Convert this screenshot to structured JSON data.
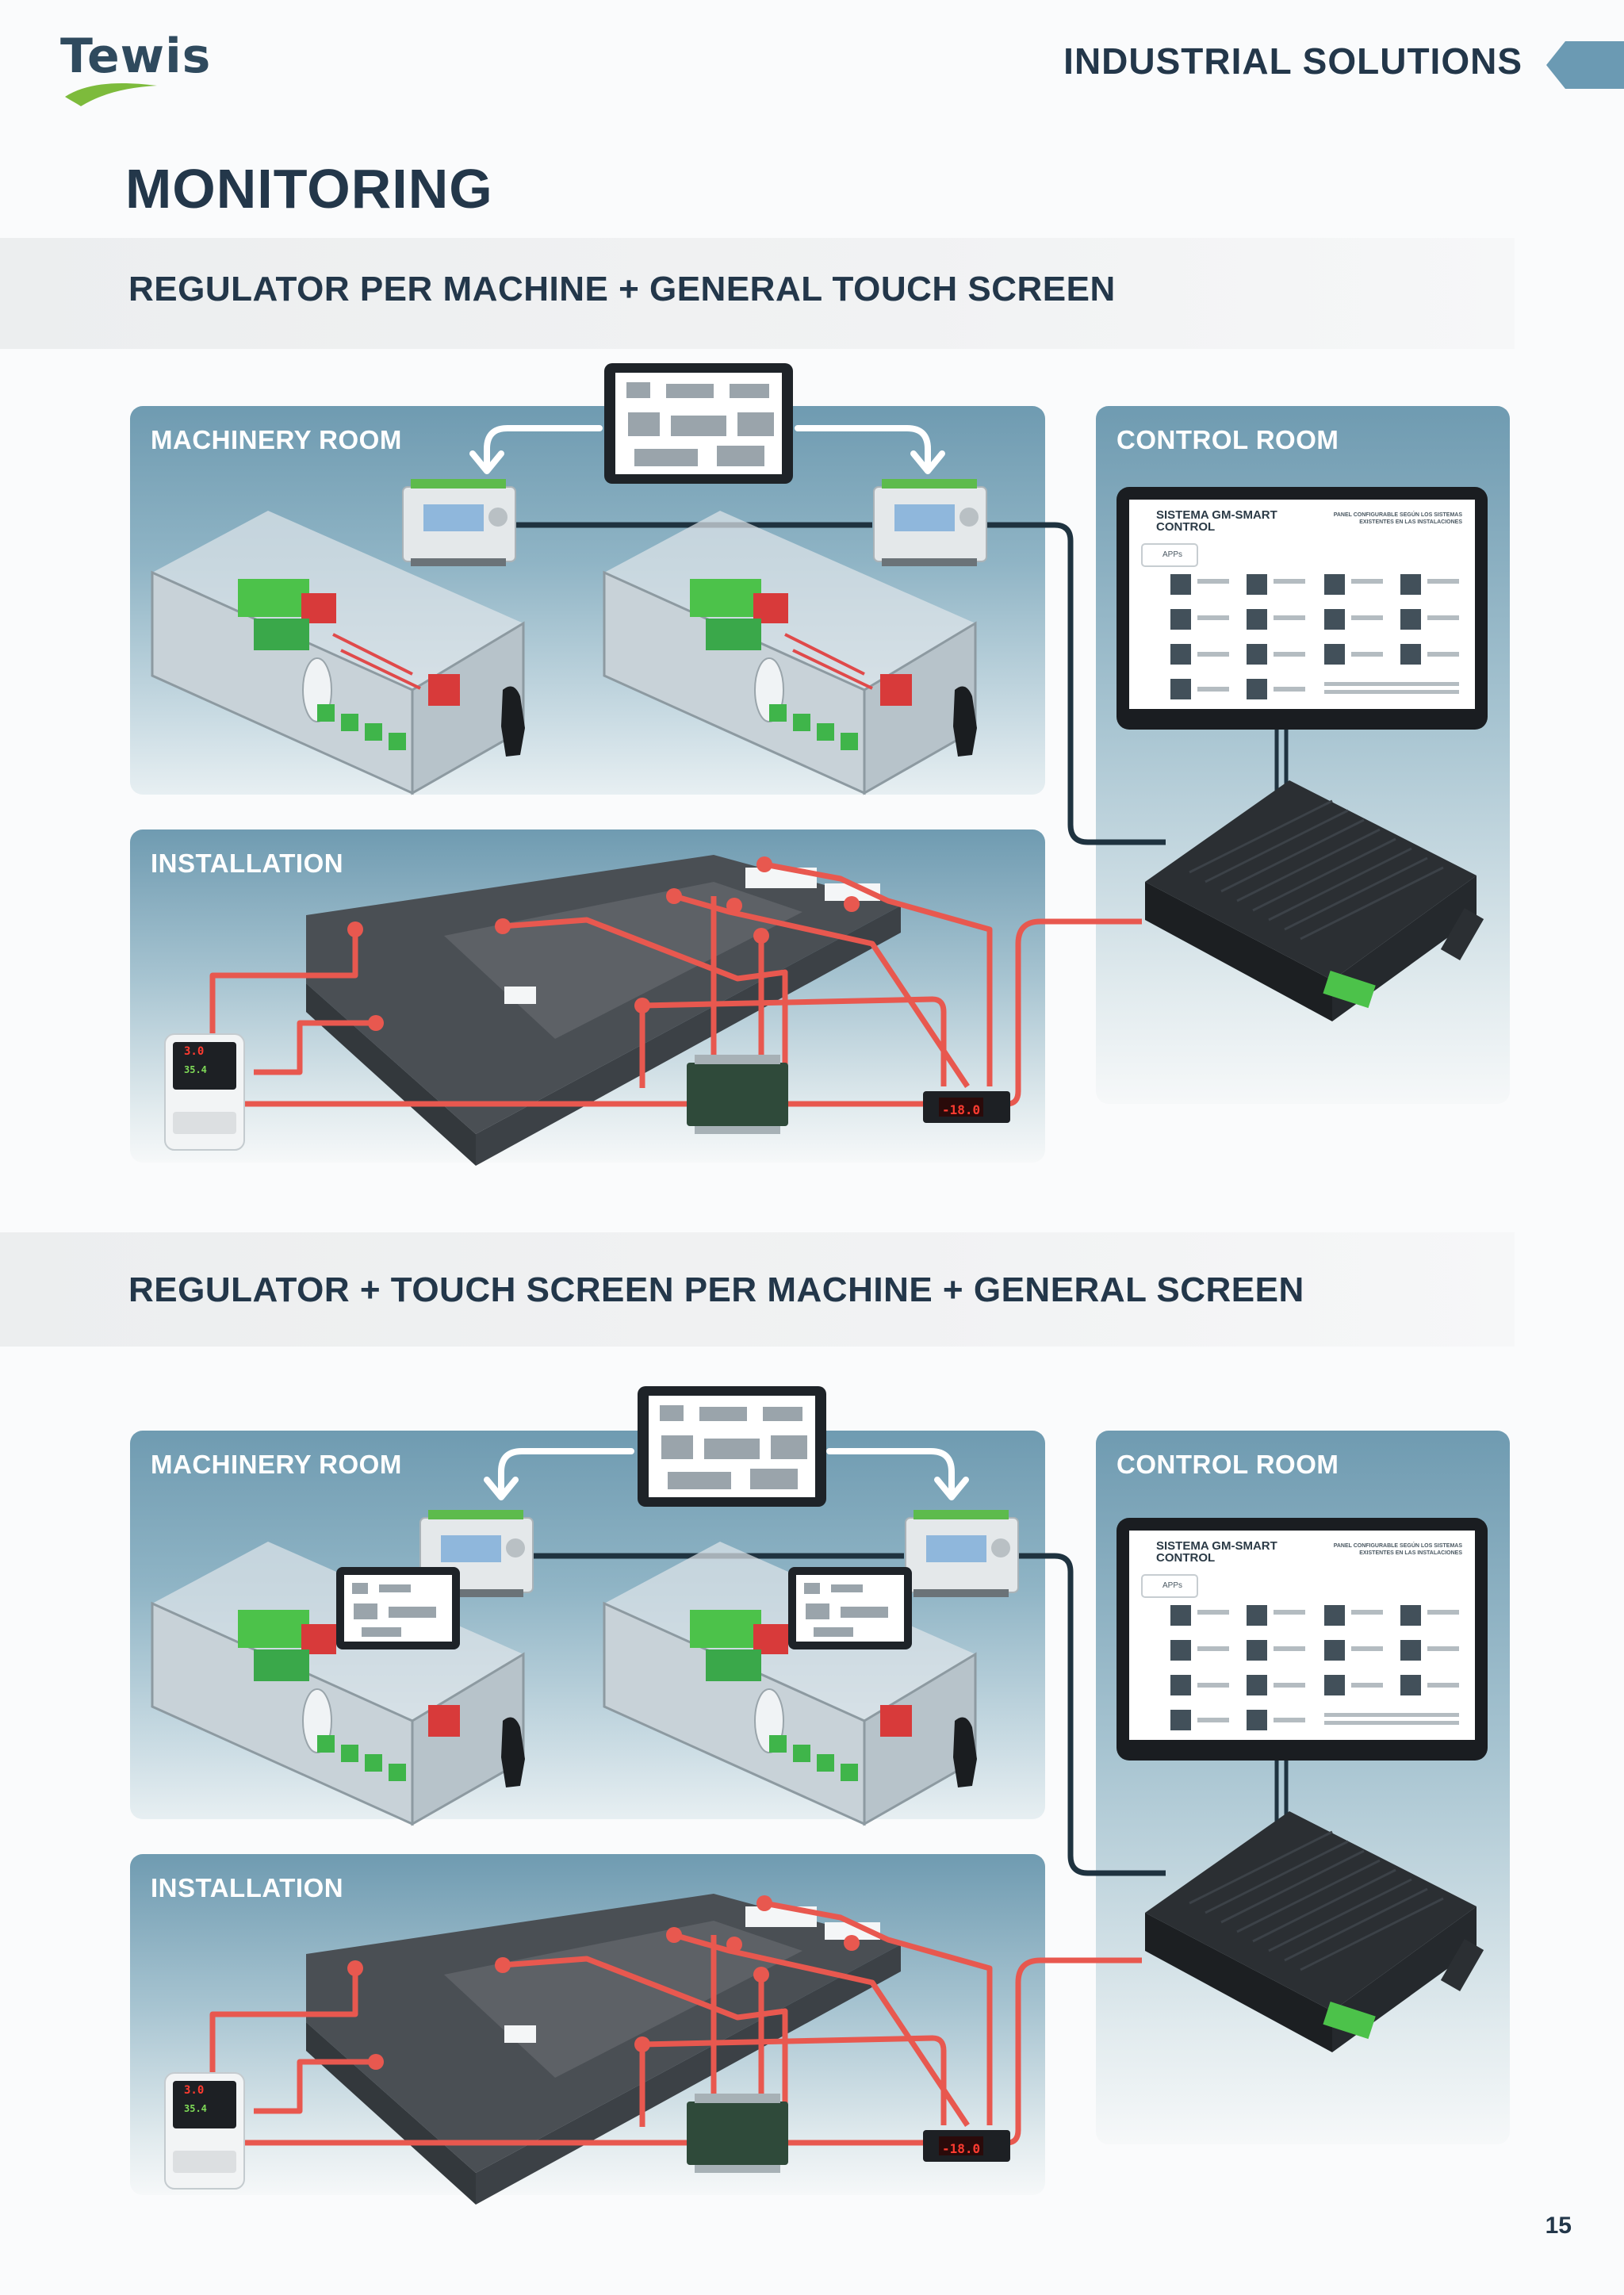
{
  "brand": {
    "logo_text": "Tewis",
    "section": "INDUSTRIAL SOLUTIONS"
  },
  "page": {
    "title": "MONITORING",
    "number": "15"
  },
  "sections": [
    {
      "title": "REGULATOR PER MACHINE + GENERAL TOUCH SCREEN",
      "machinery_label": "MACHINERY ROOM",
      "control_label": "CONTROL ROOM",
      "installation_label": "INSTALLATION"
    },
    {
      "title": "REGULATOR + TOUCH SCREEN PER MACHINE + GENERAL SCREEN",
      "machinery_label": "MACHINERY ROOM",
      "control_label": "CONTROL ROOM",
      "installation_label": "INSTALLATION"
    }
  ],
  "control_screen": {
    "title_line1": "SISTEMA GM-SMART",
    "title_line2": "CONTROL",
    "subtitle": "PANEL CONFIGURABLE SEGÚN LOS SISTEMAS EXISTENTES EN LAS INSTALACIONES",
    "apps_tab": "APPs"
  },
  "devices": {
    "display_value": "-18.0",
    "thermo_top": "3.0",
    "thermo_bottom": "35.4"
  },
  "colors": {
    "navy": "#23374a",
    "red_wire": "#e8584f",
    "dark_wire": "#1f3340",
    "room_blue": "#6f9bb1",
    "accent_blue": "#5d8ca6"
  }
}
